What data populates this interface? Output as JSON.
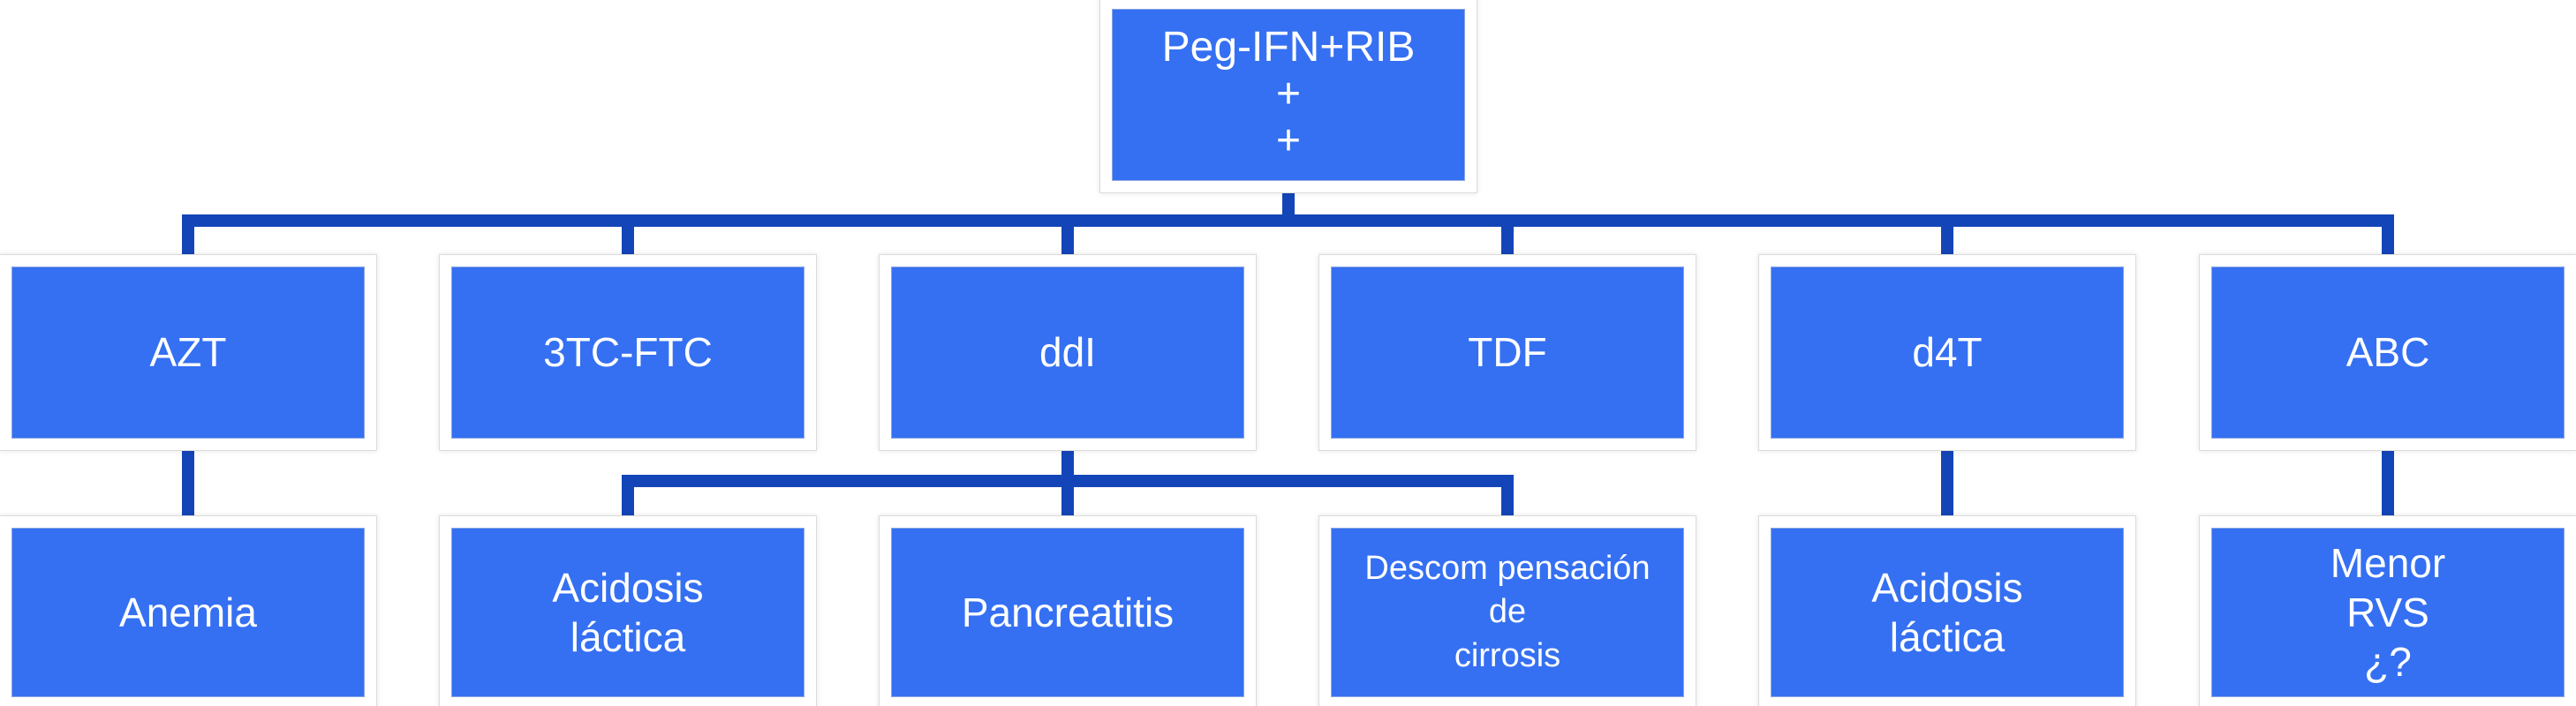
{
  "colors": {
    "node_fill": "#3570f2",
    "connector": "#1445b8",
    "text": "#ffffff"
  },
  "root": {
    "label": "Peg-IFN+RIB\n+\n+"
  },
  "drugs": [
    {
      "label": "AZT"
    },
    {
      "label": "3TC-FTC"
    },
    {
      "label": "ddI"
    },
    {
      "label": "TDF"
    },
    {
      "label": "d4T"
    },
    {
      "label": "ABC"
    }
  ],
  "effects": [
    {
      "label": "Anemia"
    },
    {
      "label": "Acidosis\nláctica"
    },
    {
      "label": "Pancreatitis"
    },
    {
      "label": "Descom pensación\nde\ncirrosis"
    },
    {
      "label": "Acidosis\nláctica"
    },
    {
      "label": "Menor\nRVS\n¿?"
    }
  ]
}
